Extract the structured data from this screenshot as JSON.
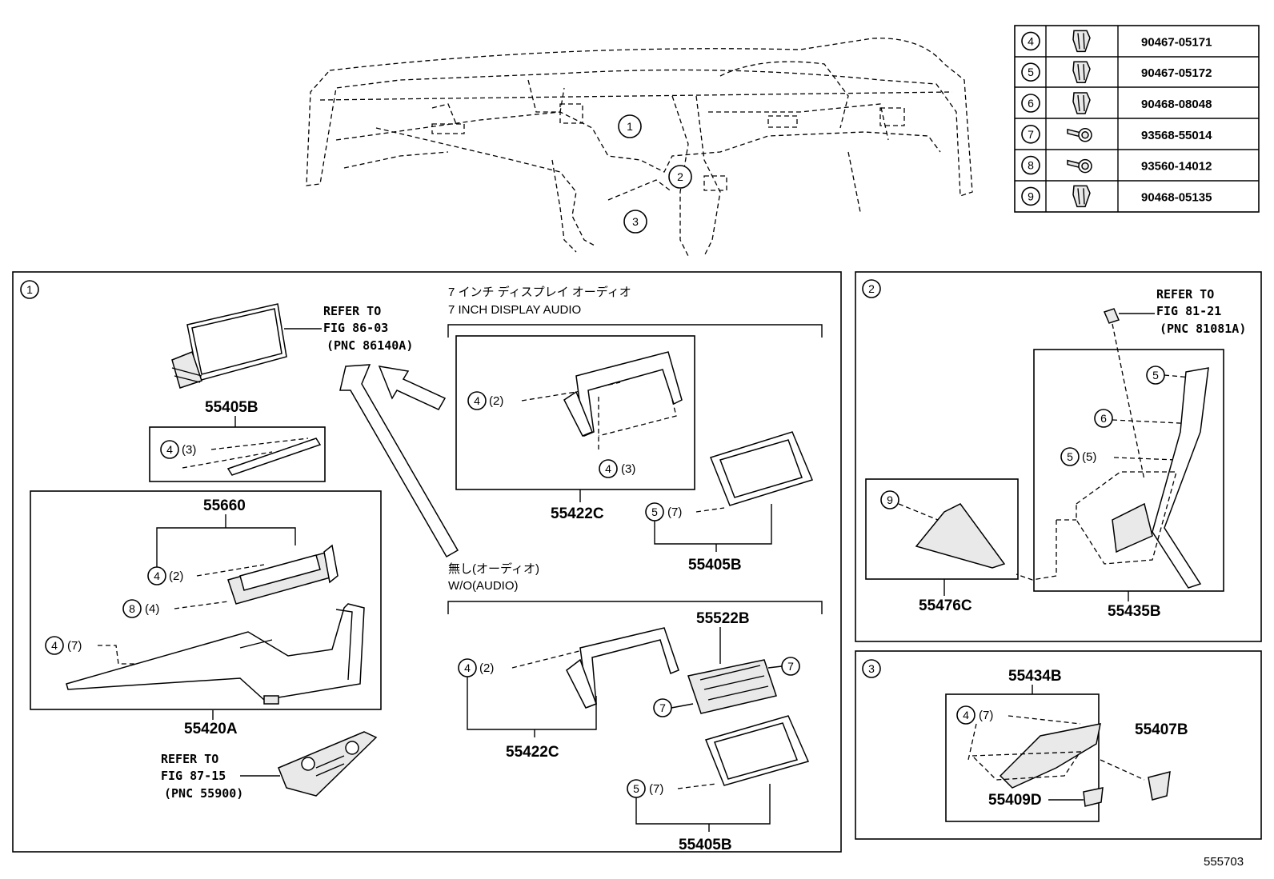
{
  "figure_id": "555703",
  "table": {
    "rows": [
      {
        "num": "4",
        "part": "90467-05171",
        "icon": "clip-icon"
      },
      {
        "num": "5",
        "part": "90467-05172",
        "icon": "clip-icon"
      },
      {
        "num": "6",
        "part": "90468-08048",
        "icon": "clip-icon"
      },
      {
        "num": "7",
        "part": "93568-55014",
        "icon": "screw-icon"
      },
      {
        "num": "8",
        "part": "93560-14012",
        "icon": "screw-icon"
      },
      {
        "num": "9",
        "part": "90468-05135",
        "icon": "clip-icon"
      }
    ]
  },
  "overview": {
    "callouts": [
      "1",
      "2",
      "3"
    ]
  },
  "panel1": {
    "marker": "1",
    "refer1": {
      "line1": "REFER TO",
      "line2": "FIG 86-03",
      "line3": "(PNC 86140A)"
    },
    "refer2": {
      "line1": "REFER TO",
      "line2": "FIG 87-15",
      "line3": "(PNC 55900)"
    },
    "parts": {
      "p55405B_top": "55405B",
      "p55660": "55660",
      "p55420A": "55420A",
      "p55422C_a": "55422C",
      "p55405B_a": "55405B",
      "p55522B": "55522B",
      "p55422C_b": "55422C",
      "p55405B_b": "55405B"
    },
    "section_a": {
      "jp": "7 インチ ディスプレイ オーディオ",
      "en": "7 INCH DISPLAY AUDIO"
    },
    "section_b": {
      "jp": "無し(オーディオ)",
      "en": "W/O(AUDIO)"
    },
    "callouts": {
      "c4_3_strip": {
        "num": "4",
        "qty": "(3)"
      },
      "c4_2_55660": {
        "num": "4",
        "qty": "(2)"
      },
      "c8_4": {
        "num": "8",
        "qty": "(4)"
      },
      "c4_7": {
        "num": "4",
        "qty": "(7)"
      },
      "c4_2_a": {
        "num": "4",
        "qty": "(2)"
      },
      "c4_3_a": {
        "num": "4",
        "qty": "(3)"
      },
      "c5_7_a": {
        "num": "5",
        "qty": "(7)"
      },
      "c4_2_b": {
        "num": "4",
        "qty": "(2)"
      },
      "c7_a": {
        "num": "7",
        "qty": ""
      },
      "c7_b": {
        "num": "7",
        "qty": ""
      },
      "c5_7_b": {
        "num": "5",
        "qty": "(7)"
      }
    }
  },
  "panel2": {
    "marker": "2",
    "refer": {
      "line1": "REFER TO",
      "line2": "FIG 81-21",
      "line3": "(PNC 81081A)"
    },
    "parts": {
      "p55476C": "55476C",
      "p55435B": "55435B"
    },
    "callouts": {
      "c5": {
        "num": "5",
        "qty": ""
      },
      "c6": {
        "num": "6",
        "qty": ""
      },
      "c5_5": {
        "num": "5",
        "qty": "(5)"
      },
      "c9": {
        "num": "9",
        "qty": ""
      }
    }
  },
  "panel3": {
    "marker": "3",
    "parts": {
      "p55434B": "55434B",
      "p55407B": "55407B",
      "p55409D": "55409D"
    },
    "callouts": {
      "c4_7": {
        "num": "4",
        "qty": "(7)"
      }
    }
  }
}
